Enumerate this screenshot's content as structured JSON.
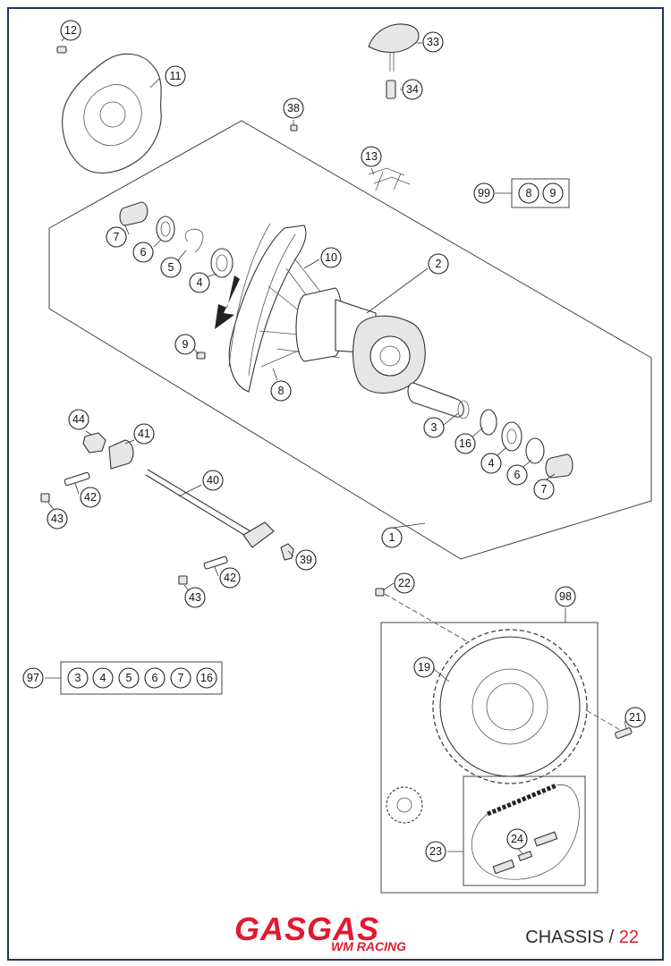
{
  "callouts": {
    "c12": "12",
    "c11": "11",
    "c33": "33",
    "c34": "34",
    "c38": "38",
    "c13": "13",
    "c99": "99",
    "c99a": "8",
    "c99b": "9",
    "c7a": "7",
    "c6a": "6",
    "c5": "5",
    "c4a": "4",
    "c10": "10",
    "c2": "2",
    "c9": "9",
    "c8": "8",
    "c3": "3",
    "c16": "16",
    "c4b": "4",
    "c6b": "6",
    "c7b": "7",
    "c1": "1",
    "c44": "44",
    "c41": "41",
    "c40": "40",
    "c42a": "42",
    "c43a": "43",
    "c39": "39",
    "c42b": "42",
    "c43b": "43",
    "c22": "22",
    "c98": "98",
    "c97": "97",
    "c97a": "3",
    "c97b": "4",
    "c97c": "5",
    "c97d": "6",
    "c97e": "7",
    "c97f": "16",
    "c19": "19",
    "c21": "21",
    "c23": "23",
    "c24": "24"
  },
  "footer": {
    "brand": "GASGAS",
    "brand_sub": "WM RACING",
    "section": "CHASSIS",
    "separator": "/",
    "page": "22"
  },
  "colors": {
    "frame": "#23355e",
    "brand": "#e01b2f"
  }
}
